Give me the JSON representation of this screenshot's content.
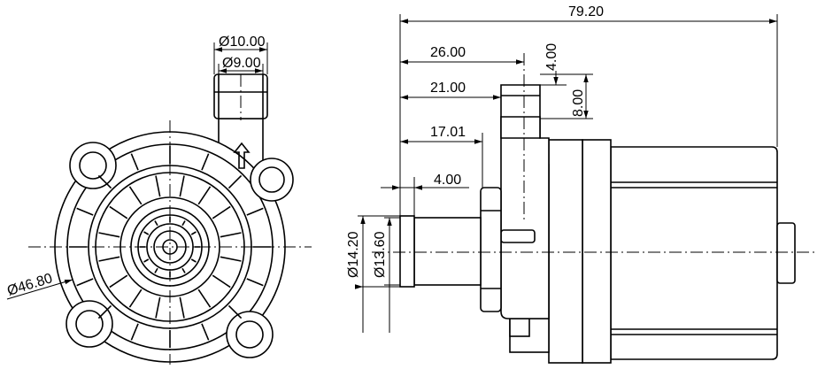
{
  "front_view": {
    "dim_outlet_outer": "Ø10.00",
    "dim_outlet_inner": "Ø9.00",
    "dim_body": "Ø46.80"
  },
  "side_view": {
    "dim_total_length": "79.20",
    "dim_outlet_position": "26.00",
    "dim_outlet_face": "21.00",
    "dim_inlet_length": "17.01",
    "dim_inlet_stub": "4.00",
    "dim_outlet_offset": "4.00",
    "dim_outlet_height": "8.00",
    "dim_inlet_outer": "Ø14.20",
    "dim_inlet_inner": "Ø13.60"
  }
}
